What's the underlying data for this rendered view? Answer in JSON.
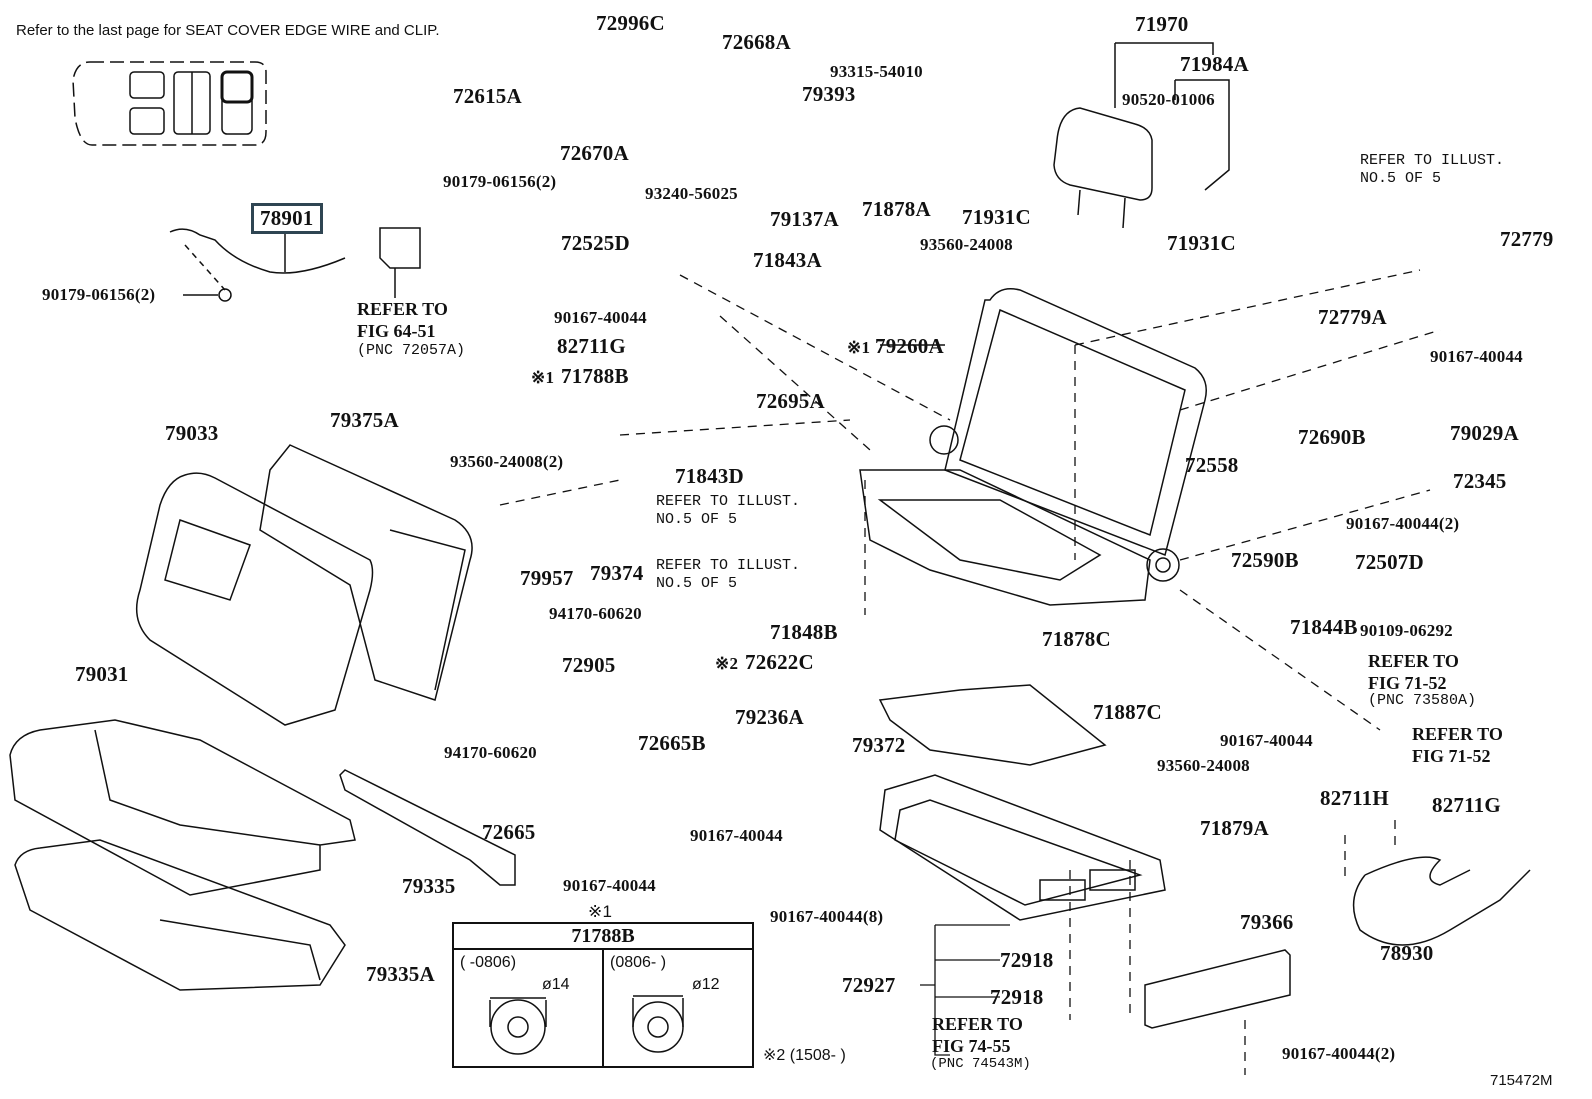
{
  "header_note": "Refer to the last page for SEAT COVER EDGE WIRE and CLIP.",
  "illustration_id": "715472M",
  "highlighted_part": "78901",
  "parts": [
    {
      "id": "p01",
      "pnc": "78901"
    },
    {
      "id": "p02",
      "pnc": "90179-06156(2)"
    },
    {
      "id": "p03",
      "pnc": "72996C"
    },
    {
      "id": "p04",
      "pnc": "72615A"
    },
    {
      "id": "p05",
      "pnc": "72668A"
    },
    {
      "id": "p06",
      "pnc": "93315-54010"
    },
    {
      "id": "p07",
      "pnc": "79393"
    },
    {
      "id": "p08",
      "pnc": "72670A"
    },
    {
      "id": "p09",
      "pnc": "90179-06156(2)"
    },
    {
      "id": "p10",
      "pnc": "93240-56025"
    },
    {
      "id": "p11",
      "pnc": "79137A"
    },
    {
      "id": "p12",
      "pnc": "72525D"
    },
    {
      "id": "p13",
      "pnc": "71843A"
    },
    {
      "id": "p14",
      "pnc": "90167-40044"
    },
    {
      "id": "p15",
      "pnc": "82711G"
    },
    {
      "id": "p16",
      "pnc": "71788B"
    },
    {
      "id": "p17",
      "pnc": "72695A"
    },
    {
      "id": "p18",
      "pnc": "71843D"
    },
    {
      "id": "p19",
      "pnc": "93560-24008(2)"
    },
    {
      "id": "p20",
      "pnc": "79957"
    },
    {
      "id": "p21",
      "pnc": "79374"
    },
    {
      "id": "p22",
      "pnc": "94170-60620"
    },
    {
      "id": "p23",
      "pnc": "72905"
    },
    {
      "id": "p24",
      "pnc": "94170-60620"
    },
    {
      "id": "p25",
      "pnc": "71848B"
    },
    {
      "id": "p26",
      "pnc": "72622C"
    },
    {
      "id": "p27",
      "pnc": "72665B"
    },
    {
      "id": "p28",
      "pnc": "79236A"
    },
    {
      "id": "p29",
      "pnc": "90167-40044"
    },
    {
      "id": "p30",
      "pnc": "72665"
    },
    {
      "id": "p31",
      "pnc": "90167-40044"
    },
    {
      "id": "p32",
      "pnc": "79335"
    },
    {
      "id": "p33",
      "pnc": "79033"
    },
    {
      "id": "p34",
      "pnc": "79375A"
    },
    {
      "id": "p35",
      "pnc": "79031"
    },
    {
      "id": "p36",
      "pnc": "79335A"
    },
    {
      "id": "p37",
      "pnc": "71970"
    },
    {
      "id": "p38",
      "pnc": "71984A"
    },
    {
      "id": "p39",
      "pnc": "90520-01006"
    },
    {
      "id": "p40",
      "pnc": "71878A"
    },
    {
      "id": "p41",
      "pnc": "93560-24008"
    },
    {
      "id": "p42",
      "pnc": "71931C"
    },
    {
      "id": "p43",
      "pnc": "71931C"
    },
    {
      "id": "p44",
      "pnc": "79260A"
    },
    {
      "id": "p45",
      "pnc": "72779"
    },
    {
      "id": "p46",
      "pnc": "72779A"
    },
    {
      "id": "p47",
      "pnc": "90167-40044"
    },
    {
      "id": "p48",
      "pnc": "79029A"
    },
    {
      "id": "p49",
      "pnc": "72558"
    },
    {
      "id": "p50",
      "pnc": "72690B"
    },
    {
      "id": "p51",
      "pnc": "72345"
    },
    {
      "id": "p52",
      "pnc": "90167-40044(2)"
    },
    {
      "id": "p53",
      "pnc": "72590B"
    },
    {
      "id": "p54",
      "pnc": "72507D"
    },
    {
      "id": "p55",
      "pnc": "90109-06292"
    },
    {
      "id": "p56",
      "pnc": "71878C"
    },
    {
      "id": "p57",
      "pnc": "71844B"
    },
    {
      "id": "p58",
      "pnc": "90167-40044"
    },
    {
      "id": "p59",
      "pnc": "71887C"
    },
    {
      "id": "p60",
      "pnc": "79372"
    },
    {
      "id": "p61",
      "pnc": "93560-24008"
    },
    {
      "id": "p62",
      "pnc": "71879A"
    },
    {
      "id": "p63",
      "pnc": "82711H"
    },
    {
      "id": "p64",
      "pnc": "82711G"
    },
    {
      "id": "p65",
      "pnc": "78930"
    },
    {
      "id": "p66",
      "pnc": "90167-40044(8)"
    },
    {
      "id": "p67",
      "pnc": "72918"
    },
    {
      "id": "p68",
      "pnc": "72918"
    },
    {
      "id": "p69",
      "pnc": "72927"
    },
    {
      "id": "p70",
      "pnc": "79366"
    },
    {
      "id": "p71",
      "pnc": "90167-40044(2)"
    }
  ],
  "markers": {
    "m1": "※1",
    "m2": "※2"
  },
  "references": {
    "r1": {
      "line1": "REFER TO",
      "line2": "FIG 64-51",
      "line3": "(PNC 72057A)"
    },
    "r2": {
      "line1": "REFER TO ILLUST.",
      "line2": "NO.5 OF 5"
    },
    "r3": {
      "line1": "REFER TO ILLUST.",
      "line2": "NO.5 OF 5"
    },
    "r4": {
      "line1": "REFER TO ILLUST.",
      "line2": "NO.5 OF 5"
    },
    "r5": {
      "line1": "REFER TO",
      "line2": "FIG 71-52",
      "line3": "(PNC 73580A)"
    },
    "r6": {
      "line1": "REFER TO",
      "line2": "FIG 71-52"
    },
    "r7": {
      "line1": "REFER TO",
      "line2": "FIG 74-55",
      "line3": "(PNC 74543M)"
    }
  },
  "variant_table": {
    "marker": "※1",
    "part": "71788B",
    "columns": [
      {
        "range": "(     -0806)",
        "diameter": "ø14"
      },
      {
        "range": "(0806-      )",
        "diameter": "ø12"
      }
    ]
  },
  "footnote_2": "※2 (1508-       )"
}
